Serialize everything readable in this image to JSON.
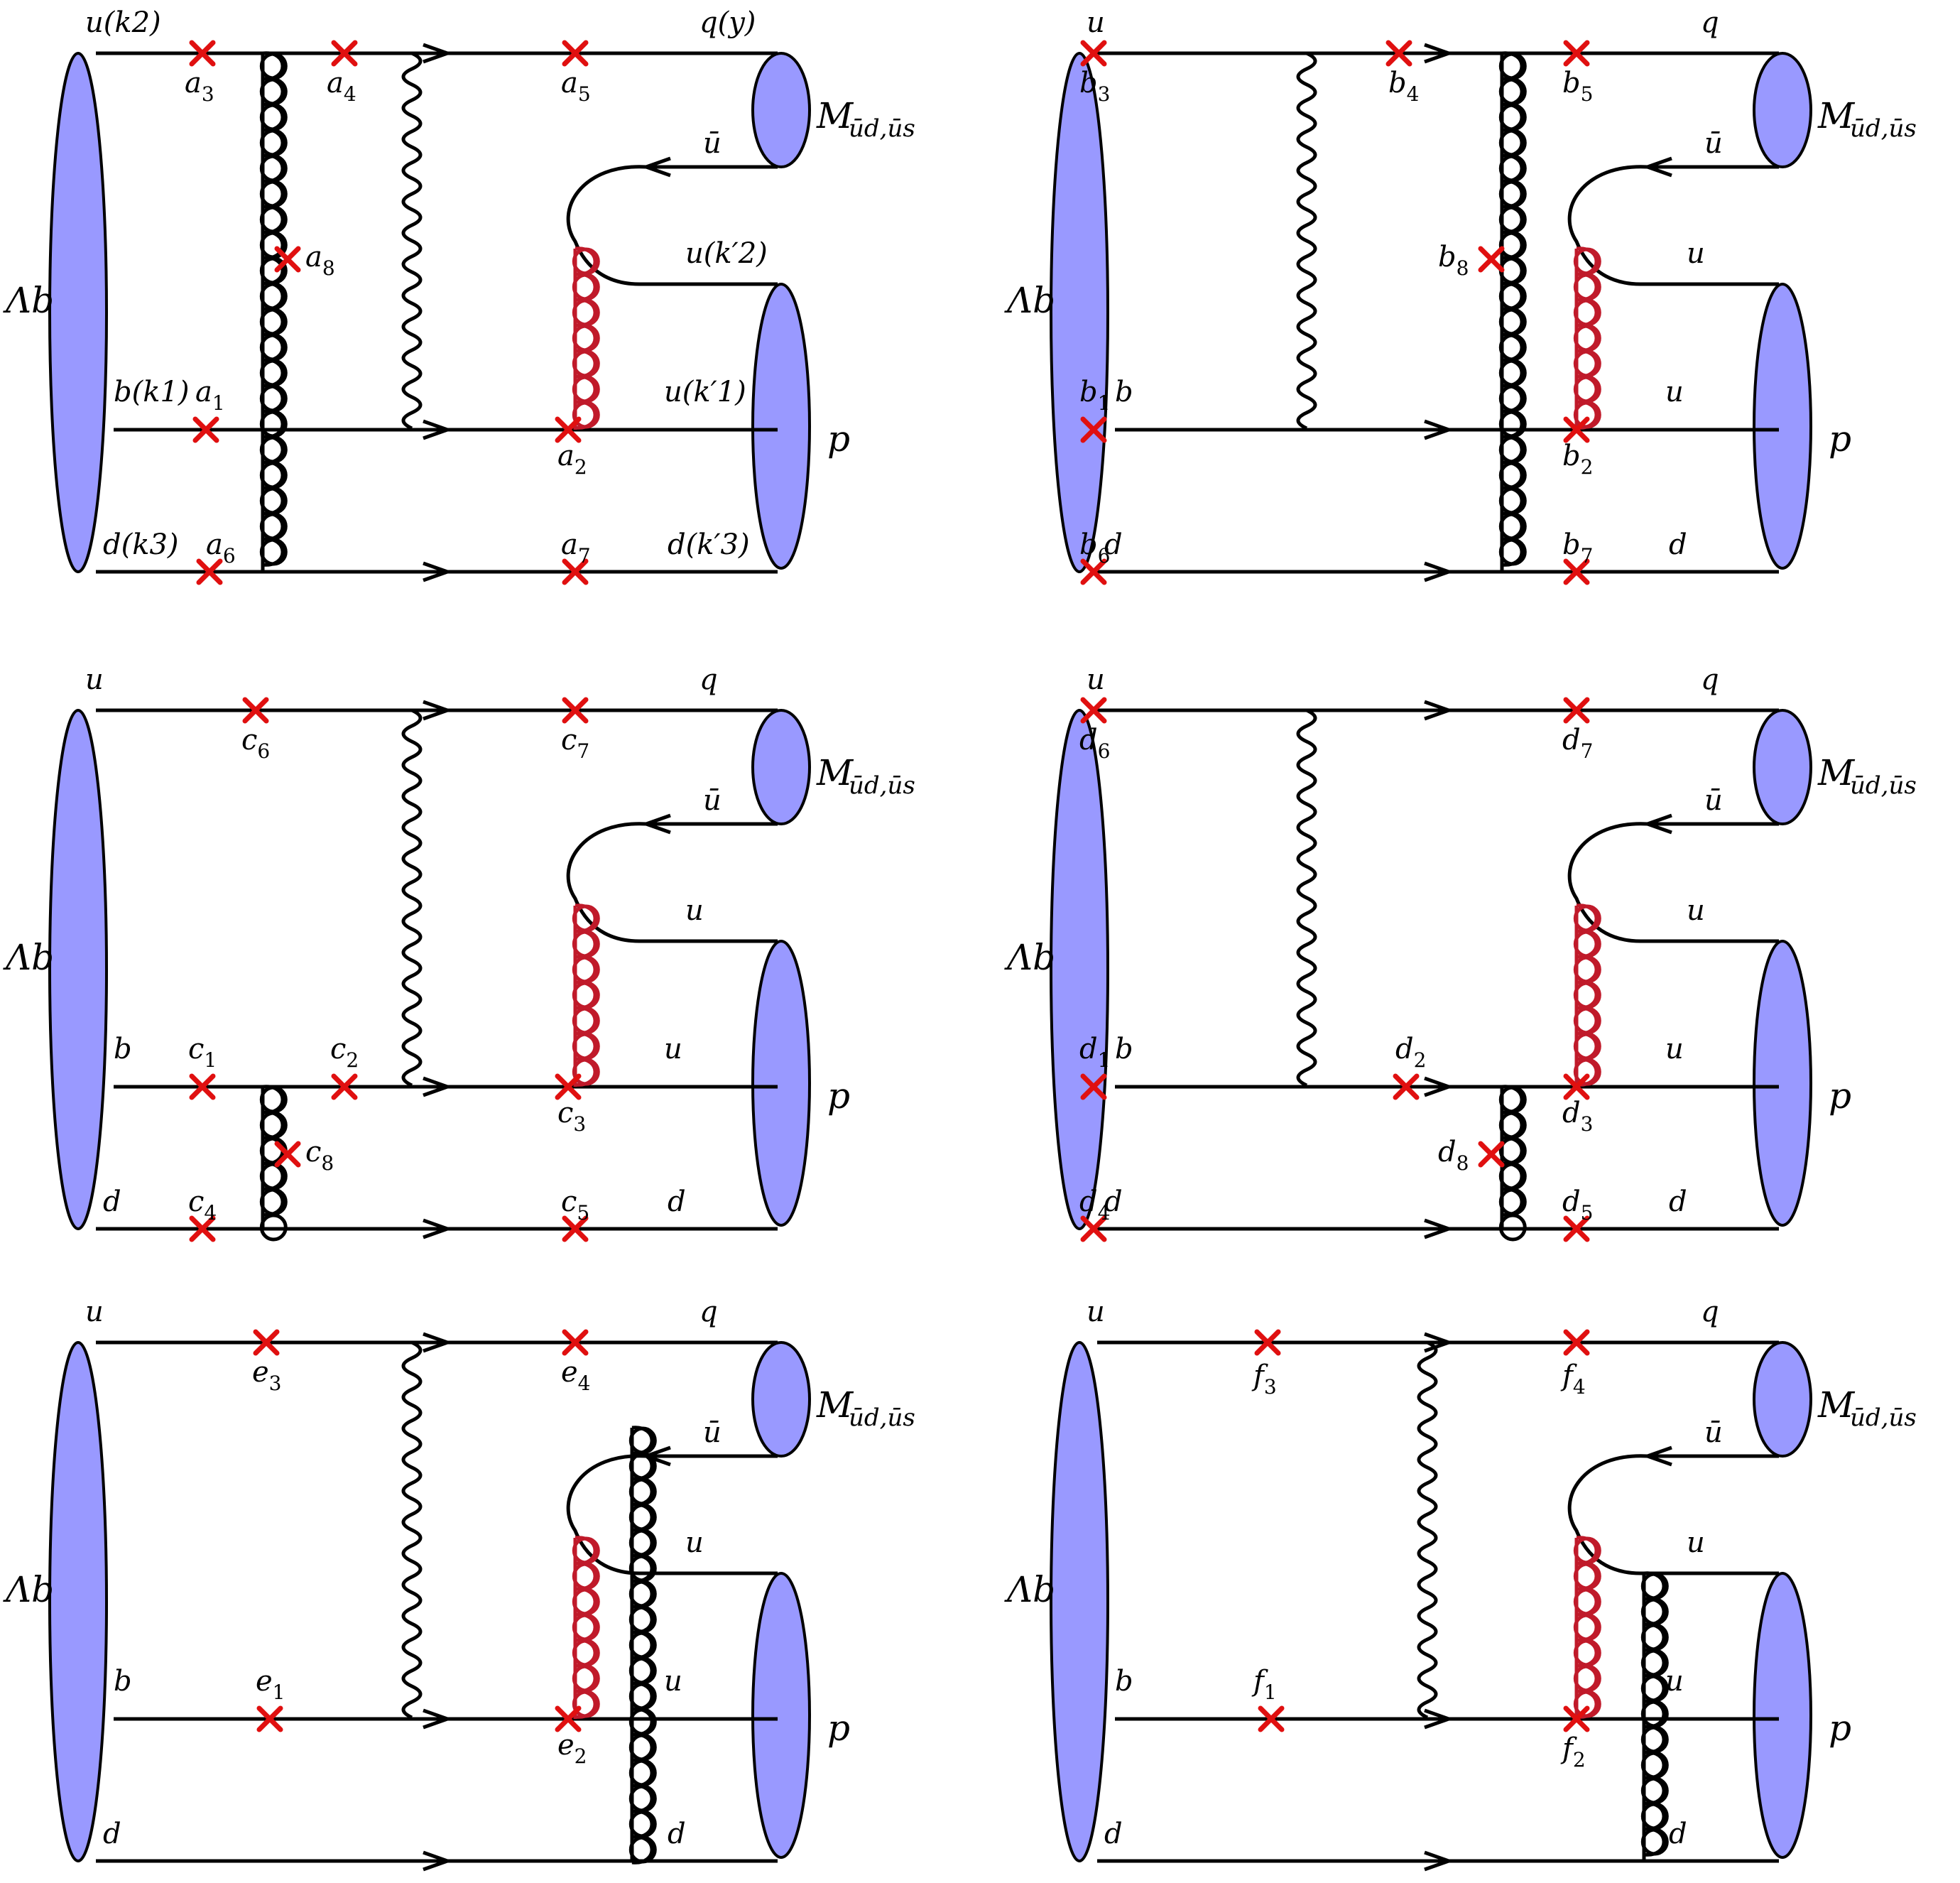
{
  "colors": {
    "blob": "#9999ff",
    "red_gluon": "#c01a2a",
    "insertion_cross": "#e01010",
    "line": "#000000"
  },
  "diagrams": [
    {
      "id": "a",
      "baryon": "Λb",
      "proton": "p",
      "meson": "M",
      "meson_sub": "ūd,ūs",
      "quarks": {
        "u_in": "u(k2)",
        "b_in": "b(k1)",
        "d_in": "d(k3)",
        "q_out": "q(y)",
        "ubar": "ū",
        "u_top": "u(k′2)",
        "u_mid": "u(k′1)",
        "d_out": "d(k′3)"
      },
      "insertions": [
        {
          "n": "a",
          "i": "1"
        },
        {
          "n": "a",
          "i": "2"
        },
        {
          "n": "a",
          "i": "3"
        },
        {
          "n": "a",
          "i": "4"
        },
        {
          "n": "a",
          "i": "5"
        },
        {
          "n": "a",
          "i": "6"
        },
        {
          "n": "a",
          "i": "7"
        },
        {
          "n": "a",
          "i": "8"
        }
      ]
    },
    {
      "id": "b",
      "baryon": "Λb",
      "proton": "p",
      "meson": "M",
      "meson_sub": "ūd,ūs",
      "quarks": {
        "u_in": "u",
        "b_in": "b",
        "d_in": "d",
        "q_out": "q",
        "ubar": "ū",
        "u_top": "u",
        "u_mid": "u",
        "d_out": "d"
      },
      "insertions": [
        {
          "n": "b",
          "i": "1"
        },
        {
          "n": "b",
          "i": "2"
        },
        {
          "n": "b",
          "i": "3"
        },
        {
          "n": "b",
          "i": "4"
        },
        {
          "n": "b",
          "i": "5"
        },
        {
          "n": "b",
          "i": "6"
        },
        {
          "n": "b",
          "i": "7"
        },
        {
          "n": "b",
          "i": "8"
        }
      ]
    },
    {
      "id": "c",
      "baryon": "Λb",
      "proton": "p",
      "meson": "M",
      "meson_sub": "ūd,ūs",
      "quarks": {
        "u_in": "u",
        "b_in": "b",
        "d_in": "d",
        "q_out": "q",
        "ubar": "ū",
        "u_top": "u",
        "u_mid": "u",
        "d_out": "d"
      },
      "insertions": [
        {
          "n": "c",
          "i": "1"
        },
        {
          "n": "c",
          "i": "2"
        },
        {
          "n": "c",
          "i": "3"
        },
        {
          "n": "c",
          "i": "4"
        },
        {
          "n": "c",
          "i": "5"
        },
        {
          "n": "c",
          "i": "6"
        },
        {
          "n": "c",
          "i": "7"
        },
        {
          "n": "c",
          "i": "8"
        }
      ]
    },
    {
      "id": "d",
      "baryon": "Λb",
      "proton": "p",
      "meson": "M",
      "meson_sub": "ūd,ūs",
      "quarks": {
        "u_in": "u",
        "b_in": "b",
        "d_in": "d",
        "q_out": "q",
        "ubar": "ū",
        "u_top": "u",
        "u_mid": "u",
        "d_out": "d"
      },
      "insertions": [
        {
          "n": "d",
          "i": "1"
        },
        {
          "n": "d",
          "i": "2"
        },
        {
          "n": "d",
          "i": "3"
        },
        {
          "n": "d",
          "i": "4"
        },
        {
          "n": "d",
          "i": "5"
        },
        {
          "n": "d",
          "i": "6"
        },
        {
          "n": "d",
          "i": "7"
        },
        {
          "n": "d",
          "i": "8"
        }
      ]
    },
    {
      "id": "e",
      "baryon": "Λb",
      "proton": "p",
      "meson": "M",
      "meson_sub": "ūd,ūs",
      "quarks": {
        "u_in": "u",
        "b_in": "b",
        "d_in": "d",
        "q_out": "q",
        "ubar": "ū",
        "u_top": "u",
        "u_mid": "u",
        "d_out": "d"
      },
      "insertions": [
        {
          "n": "e",
          "i": "1"
        },
        {
          "n": "e",
          "i": "2"
        },
        {
          "n": "e",
          "i": "3"
        },
        {
          "n": "e",
          "i": "4"
        }
      ]
    },
    {
      "id": "f",
      "baryon": "Λb",
      "proton": "p",
      "meson": "M",
      "meson_sub": "ūd,ūs",
      "quarks": {
        "u_in": "u",
        "b_in": "b",
        "d_in": "d",
        "q_out": "q",
        "ubar": "ū",
        "u_top": "u",
        "u_mid": "u",
        "d_out": "d"
      },
      "insertions": [
        {
          "n": "f",
          "i": "1"
        },
        {
          "n": "f",
          "i": "2"
        },
        {
          "n": "f",
          "i": "3"
        },
        {
          "n": "f",
          "i": "4"
        }
      ]
    }
  ]
}
